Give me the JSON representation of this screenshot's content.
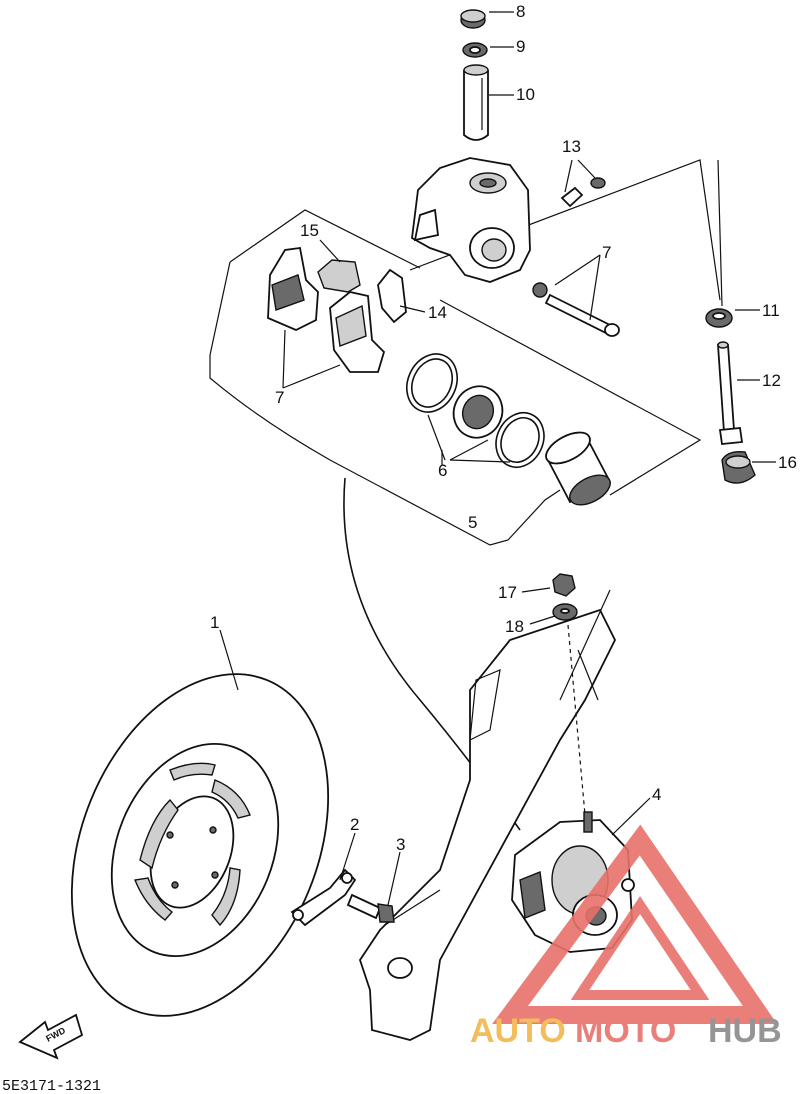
{
  "diagram": {
    "callouts": [
      "1",
      "2",
      "3",
      "4",
      "5",
      "6",
      "7",
      "7",
      "8",
      "9",
      "10",
      "11",
      "12",
      "13",
      "14",
      "15",
      "16",
      "17",
      "18"
    ],
    "part_code": "5E3171-1321",
    "front_arrow": "FWD"
  },
  "watermark": {
    "auto": "AUTO",
    "moto": "MOTO",
    "hub": "HUB",
    "colors": {
      "auto": "#f2b64a",
      "moto": "#e8716a",
      "hub": "#8a8a8a"
    }
  }
}
